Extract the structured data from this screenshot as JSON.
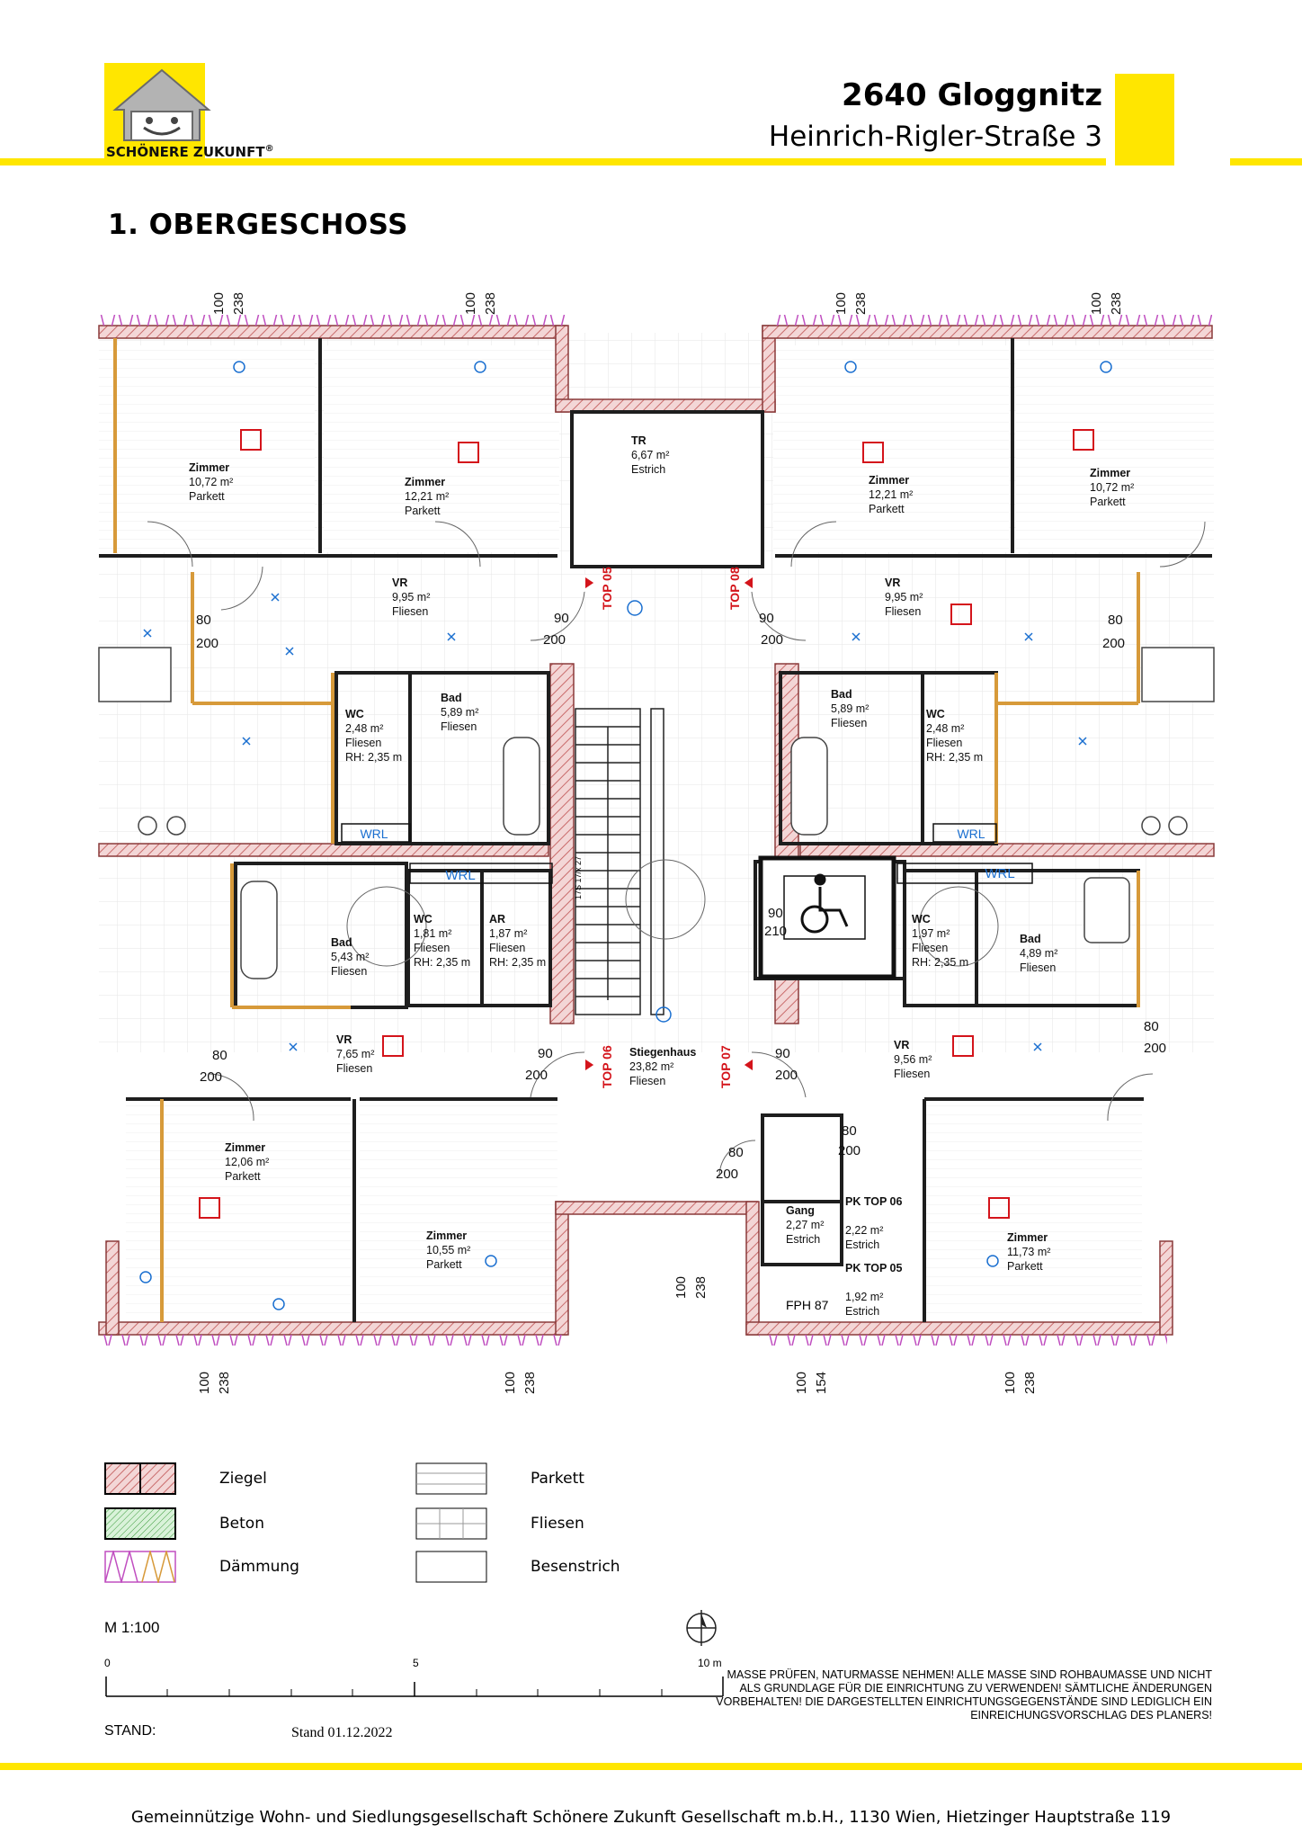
{
  "header": {
    "brand": "SCHÖNERE ZUKUNFT",
    "registered": "®",
    "title": "2640 Gloggnitz",
    "address": "Heinrich-Rigler-Straße 3"
  },
  "floor_title": "1. OBERGESCHOSS",
  "rooms": [
    {
      "name": "Zimmer",
      "area": "10,72 m²",
      "floor": "Parkett"
    },
    {
      "name": "Zimmer",
      "area": "12,21 m²",
      "floor": "Parkett"
    },
    {
      "name": "TR",
      "area": "6,67 m²",
      "floor": "Estrich"
    },
    {
      "name": "Zimmer",
      "area": "12,21 m²",
      "floor": "Parkett"
    },
    {
      "name": "Zimmer",
      "area": "10,72 m²",
      "floor": "Parkett"
    },
    {
      "name": "VR",
      "area": "9,95 m²",
      "floor": "Fliesen"
    },
    {
      "name": "VR",
      "area": "9,95 m²",
      "floor": "Fliesen"
    },
    {
      "name": "WC",
      "area": "2,48 m²",
      "floor": "Fliesen",
      "extra": "RH: 2,35 m"
    },
    {
      "name": "Bad",
      "area": "5,89 m²",
      "floor": "Fliesen"
    },
    {
      "name": "Bad",
      "area": "5,89 m²",
      "floor": "Fliesen"
    },
    {
      "name": "WC",
      "area": "2,48 m²",
      "floor": "Fliesen",
      "extra": "RH: 2,35 m"
    },
    {
      "name": "Bad",
      "area": "5,43 m²",
      "floor": "Fliesen"
    },
    {
      "name": "WC",
      "area": "1,81 m²",
      "floor": "Fliesen",
      "extra": "RH: 2,35 m"
    },
    {
      "name": "AR",
      "area": "1,87 m²",
      "floor": "Fliesen",
      "extra": "RH: 2,35 m"
    },
    {
      "name": "WC",
      "area": "1,97 m²",
      "floor": "Fliesen",
      "extra": "RH: 2,35 m"
    },
    {
      "name": "Bad",
      "area": "4,89 m²",
      "floor": "Fliesen"
    },
    {
      "name": "VR",
      "area": "7,65 m²",
      "floor": "Fliesen"
    },
    {
      "name": "Stiegenhaus",
      "area": "23,82 m²",
      "floor": "Fliesen"
    },
    {
      "name": "VR",
      "area": "9,56 m²",
      "floor": "Fliesen"
    },
    {
      "name": "Zimmer",
      "area": "12,06 m²",
      "floor": "Parkett"
    },
    {
      "name": "Zimmer",
      "area": "10,55 m²",
      "floor": "Parkett"
    },
    {
      "name": "Gang",
      "area": "2,27 m²",
      "floor": "Estrich"
    },
    {
      "name": "PK TOP 06",
      "area": "2,22 m²",
      "floor": "Estrich"
    },
    {
      "name": "PK TOP 05",
      "area": "1,92 m²",
      "floor": "Estrich"
    },
    {
      "name": "Zimmer",
      "area": "11,73 m²",
      "floor": "Parkett"
    }
  ],
  "labels": {
    "top05": "TOP 05",
    "top06": "TOP 06",
    "top07": "TOP 07",
    "top08": "TOP 08",
    "wrl": "WRL",
    "fph": "FPH 87",
    "stairs": "17S 17/x 27",
    "d_100": "100",
    "d_238": "238",
    "d_154": "154",
    "d_80": "80",
    "d_90": "90",
    "d_200": "200",
    "d_210": "210"
  },
  "legend": [
    {
      "label": "Ziegel",
      "pattern": "ziegel"
    },
    {
      "label": "Beton",
      "pattern": "beton"
    },
    {
      "label": "Dämmung",
      "pattern": "daemmung"
    },
    {
      "label": "Parkett",
      "pattern": "parkett"
    },
    {
      "label": "Fliesen",
      "pattern": "fliesen"
    },
    {
      "label": "Besenstrich",
      "pattern": "besen"
    }
  ],
  "scale": {
    "label": "M 1:100",
    "tick0": "0",
    "tick5": "5",
    "tick10": "10 m"
  },
  "stand": {
    "label": "STAND:",
    "value": "Stand 01.12.2022"
  },
  "disclaimer": "MASSE PRÜFEN, NATURMASSE NEHMEN! ALLE MASSE SIND ROHBAUMASSE UND NICHT ALS GRUNDLAGE FÜR DIE EINRICHTUNG ZU VERWENDEN! SÄMTLICHE ÄNDERUNGEN VORBEHALTEN! DIE DARGESTELLTEN EINRICHTUNGSGEGENSTÄNDE SIND LEDIGLICH EIN EINREICHUNGSVORSCHLAG DES PLANERS!",
  "footer": "Gemeinnützige Wohn- und Siedlungsgesellschaft Schönere Zukunft Gesellschaft m.b.H., 1130 Wien, Hietzinger Hauptstraße 119",
  "colors": {
    "accent": "#ffe600",
    "wall": "#c96b6b",
    "insulation": "#c04fc0",
    "timber": "#d79a3a",
    "fixture": "#1a6fd0",
    "marker": "#d4141b"
  }
}
